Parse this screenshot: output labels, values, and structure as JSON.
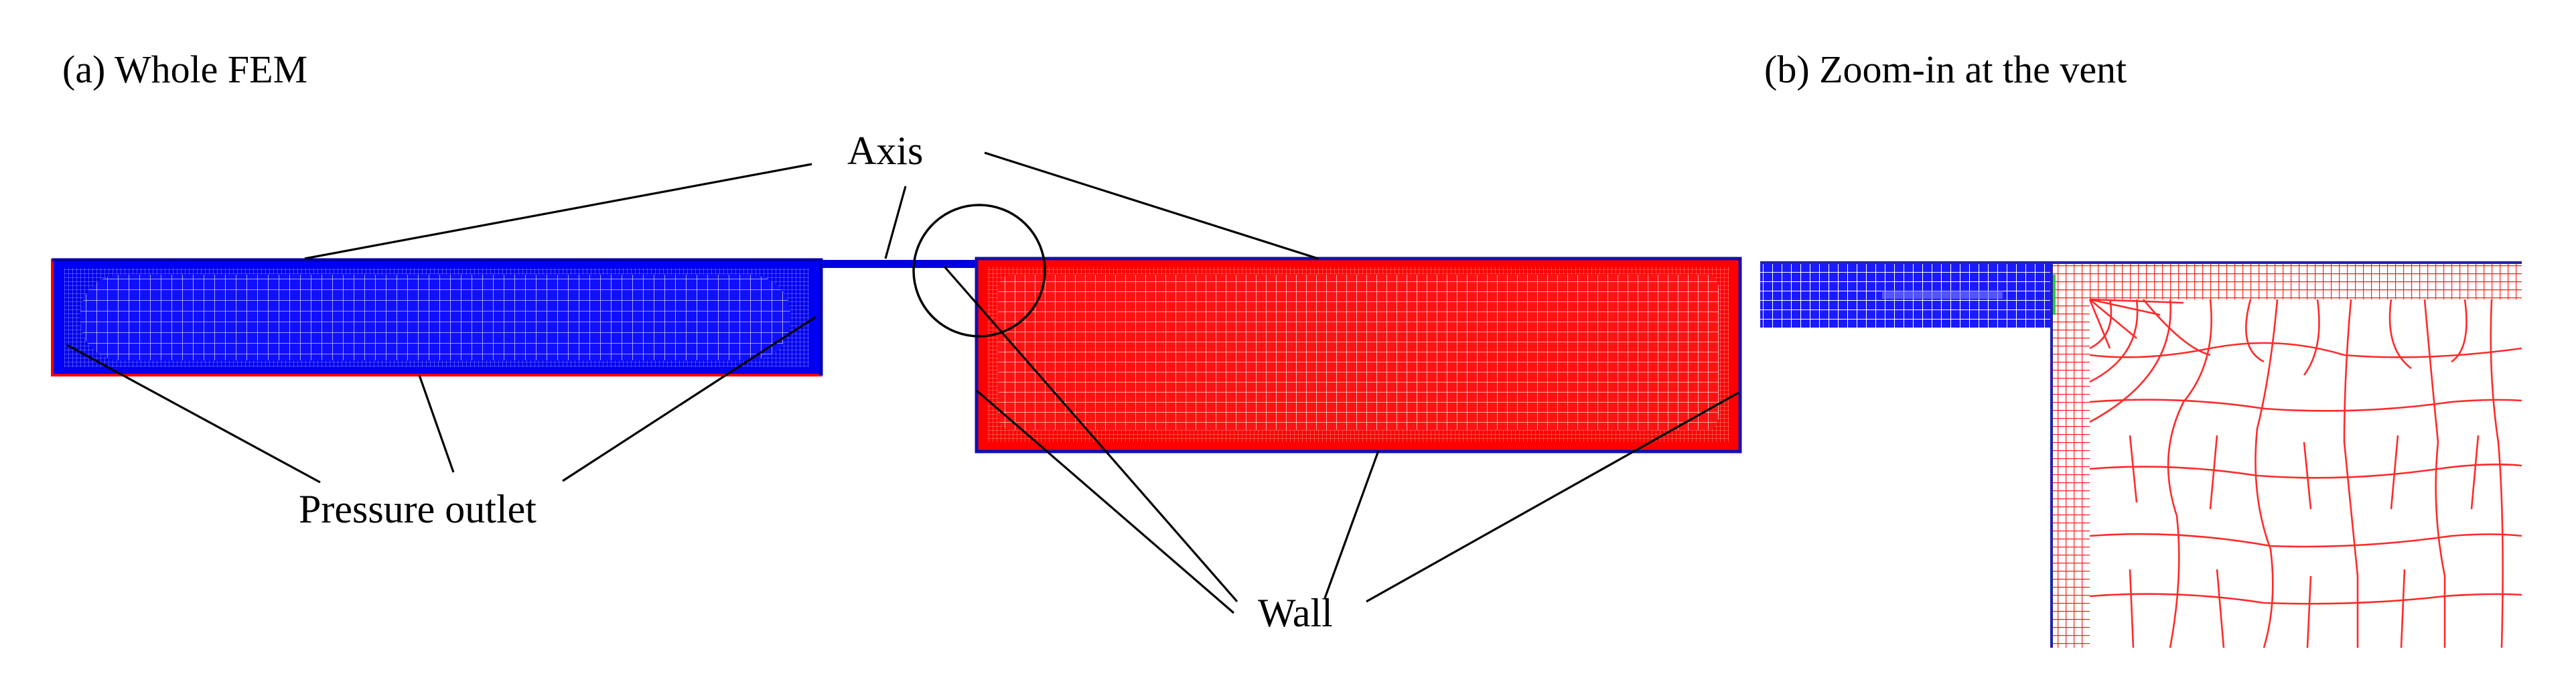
{
  "panels": {
    "a": {
      "title": "(a) Whole FEM"
    },
    "b": {
      "title": "(b) Zoom-in at the vent"
    }
  },
  "callouts": {
    "axis": "Axis",
    "pressure_outlet": "Pressure outlet",
    "wall": "Wall"
  },
  "colors": {
    "left_domain_mesh": "#0000ff",
    "right_domain_mesh": "#ff0000",
    "boundary_line": "#0000cc",
    "interface_accent": "#33cc33",
    "leader_lines": "#000000"
  }
}
